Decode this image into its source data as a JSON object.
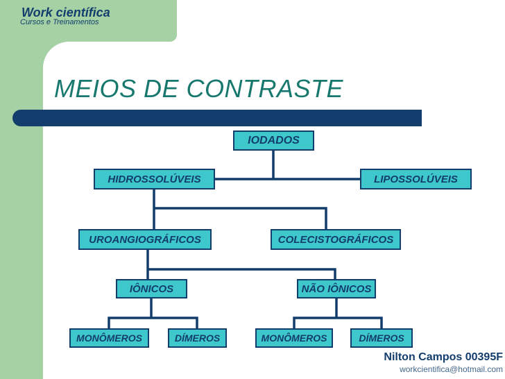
{
  "brand": {
    "name": "Work científica",
    "tagline": "Cursos e Treinamentos"
  },
  "slide": {
    "title": "MEIOS DE CONTRASTE"
  },
  "nodes": {
    "iodados": "IODADOS",
    "hidrossoluveis": "HIDROSSOLÚVEIS",
    "lipossoluveis": "LIPOSSOLÚVEIS",
    "uroangiograficos": "UROANGIOGRÁFICOS",
    "colecistograficos": "COLECISTOGRÁFICOS",
    "ionicos": "IÔNICOS",
    "nao_ionicos": "NÃO IÔNICOS",
    "monomeros_ionicos": "MONÔMEROS",
    "dimeros_ionicos": "DÍMEROS",
    "monomeros_nao_ionicos": "MONÔMEROS",
    "dimeros_nao_ionicos": "DÍMEROS"
  },
  "chart_data": {
    "type": "tree-diagram",
    "title": "MEIOS DE CONTRASTE",
    "root": "IODADOS",
    "edges": [
      [
        "IODADOS",
        "HIDROSSOLÚVEIS"
      ],
      [
        "IODADOS",
        "LIPOSSOLÚVEIS"
      ],
      [
        "HIDROSSOLÚVEIS",
        "UROANGIOGRÁFICOS"
      ],
      [
        "HIDROSSOLÚVEIS",
        "COLECISTOGRÁFICOS"
      ],
      [
        "UROANGIOGRÁFICOS",
        "IÔNICOS"
      ],
      [
        "UROANGIOGRÁFICOS",
        "NÃO IÔNICOS"
      ],
      [
        "IÔNICOS",
        "MONÔMEROS"
      ],
      [
        "IÔNICOS",
        "DÍMEROS"
      ],
      [
        "NÃO IÔNICOS",
        "MONÔMEROS"
      ],
      [
        "NÃO IÔNICOS",
        "DÍMEROS"
      ]
    ]
  },
  "footer": {
    "author": "Nilton Campos 00395F",
    "email": "workcientifica@hotmail.com"
  },
  "colors": {
    "frame_green": "#a6d1a4",
    "node_fill": "#3fc8cb",
    "navy": "#123d6c",
    "title_teal": "#17786e",
    "email_blue": "#44688c"
  }
}
